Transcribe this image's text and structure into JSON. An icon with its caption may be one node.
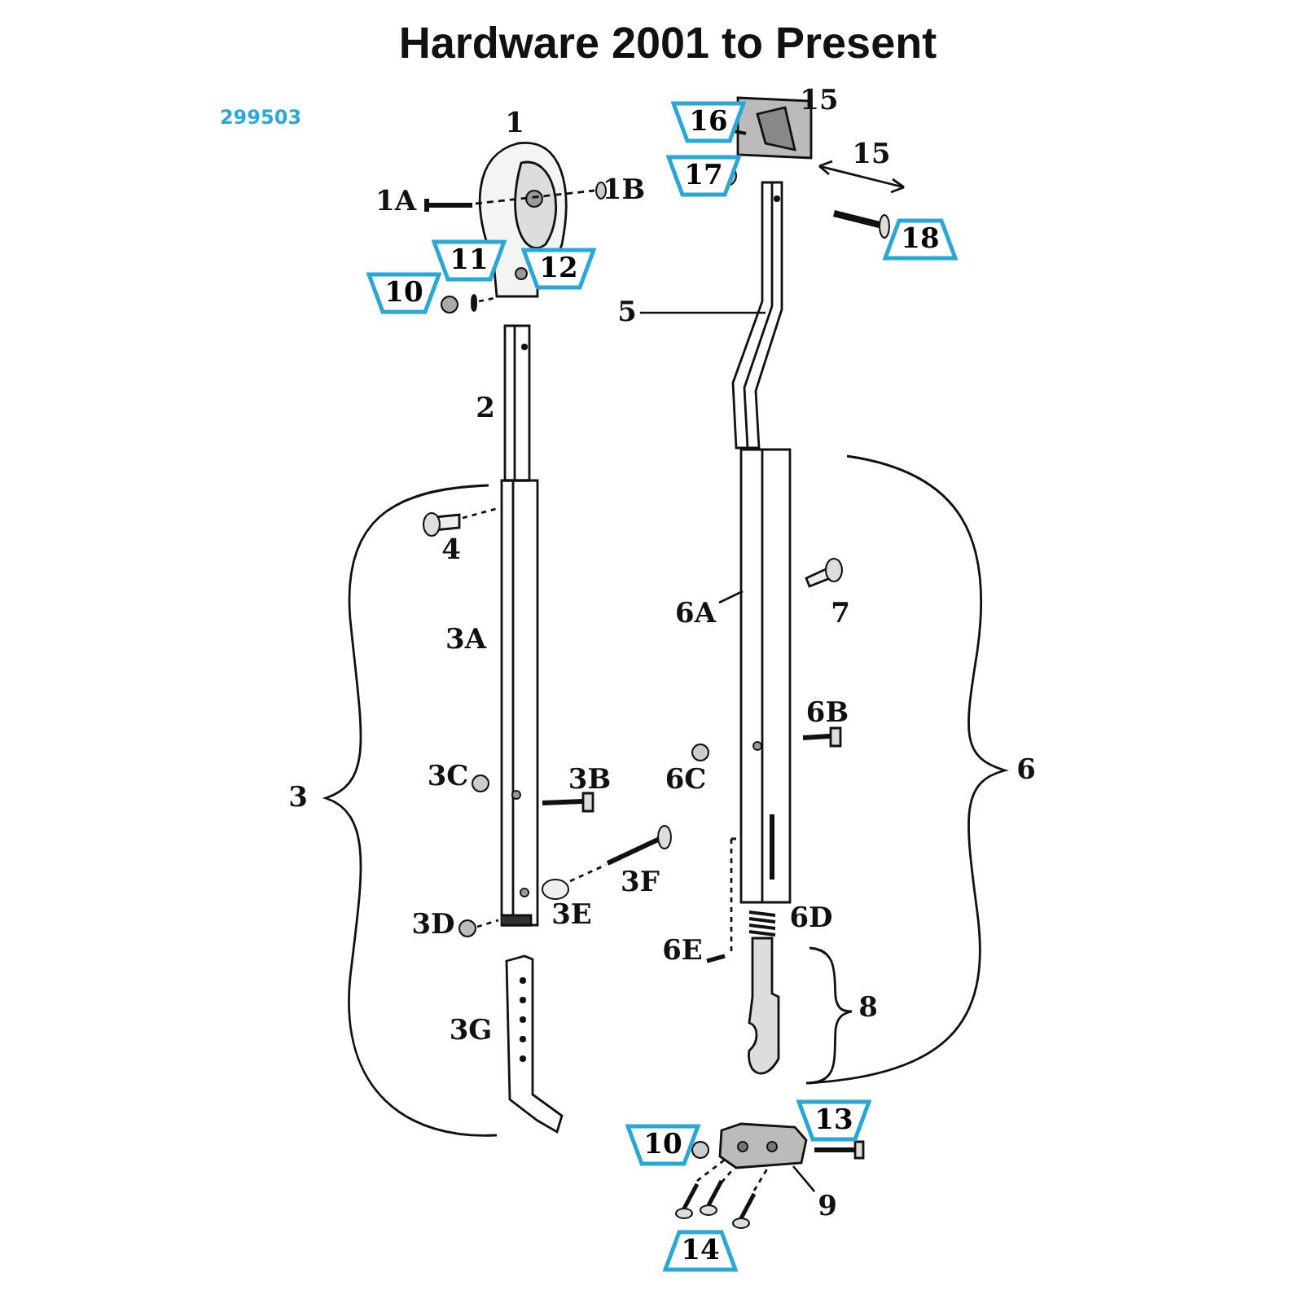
{
  "diagram": {
    "title": "Hardware 2001 to Present",
    "nodes": [
      {
        "text": [
          "16"
        ]
      },
      {
        "text": [
          "17"
        ]
      },
      {
        "text": [
          "18"
        ]
      },
      {
        "text": [
          "11"
        ]
      },
      {
        "text": [
          "12"
        ]
      },
      {
        "text": [
          "10"
        ]
      },
      {
        "text": [
          "5"
        ]
      },
      {
        "text": [],
        "shape": "picture"
      },
      {
        "text": [
          "6A"
        ]
      },
      {
        "text": [],
        "shape": "picture"
      },
      {
        "text": [
          "13"
        ]
      },
      {
        "text": [
          "10"
        ]
      },
      {
        "text": [
          "9"
        ]
      },
      {
        "text": [],
        "shape": "picture"
      },
      {
        "text": [
          "14"
        ]
      }
    ],
    "edges": [
      {
        "from": 6,
        "to": 7,
        "arrow": "none"
      },
      {
        "from": 8,
        "to": 9,
        "arrow": "none"
      },
      {
        "from": 12,
        "to": 13,
        "arrow": "none"
      }
    ],
    "labels": [
      "299503",
      "1",
      "15",
      "1A",
      "1B",
      "15",
      "2",
      "4",
      "3A",
      "7",
      "6B",
      "3C",
      "3B",
      "6C",
      "6",
      "3",
      "3F",
      "3E",
      "3D",
      "6D",
      "6E",
      "8",
      "3G"
    ]
  }
}
